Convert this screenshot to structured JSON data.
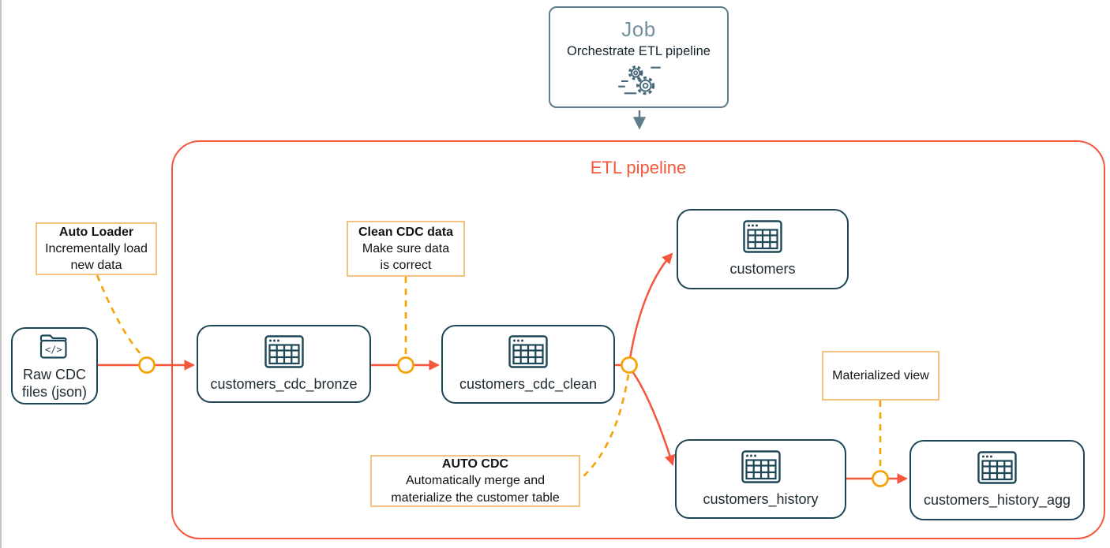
{
  "job": {
    "title": "Job",
    "subtitle": "Orchestrate ETL pipeline",
    "icon": "gears-icon"
  },
  "pipeline": {
    "title": "ETL pipeline"
  },
  "nodes": [
    {
      "id": "raw_cdc_files",
      "icon": "folder-code-icon",
      "lines": [
        "Raw CDC",
        "files (json)"
      ]
    },
    {
      "id": "customers_cdc_bronze",
      "icon": "table-icon",
      "label": "customers_cdc_bronze"
    },
    {
      "id": "customers_cdc_clean",
      "icon": "table-icon",
      "label": "customers_cdc_clean"
    },
    {
      "id": "customers",
      "icon": "table-icon",
      "label": "customers"
    },
    {
      "id": "customers_history",
      "icon": "table-icon",
      "label": "customers_history"
    },
    {
      "id": "customers_history_agg",
      "icon": "table-icon",
      "label": "customers_history_agg"
    }
  ],
  "annotations": [
    {
      "id": "auto_loader",
      "title": "Auto Loader",
      "body": "Incrementally load new data"
    },
    {
      "id": "clean_cdc_data",
      "title": "Clean CDC data",
      "body": "Make sure data is correct"
    },
    {
      "id": "auto_cdc",
      "title": "AUTO CDC",
      "body": "Automatically merge and materialize the customer table"
    },
    {
      "id": "materialized_view",
      "title": "",
      "body": "Materialized view"
    }
  ],
  "icons": {
    "folder_code_glyph": "</>"
  },
  "colors": {
    "accent_red": "#F4573C",
    "node_teal": "#1D4757",
    "slate": "#5E7D8B",
    "slate_text": "#72909E",
    "icon_slate": "#47687A",
    "amber": "#F5A206",
    "annotation_border": "#F2C27E",
    "text_dark": "#1F2A30"
  }
}
